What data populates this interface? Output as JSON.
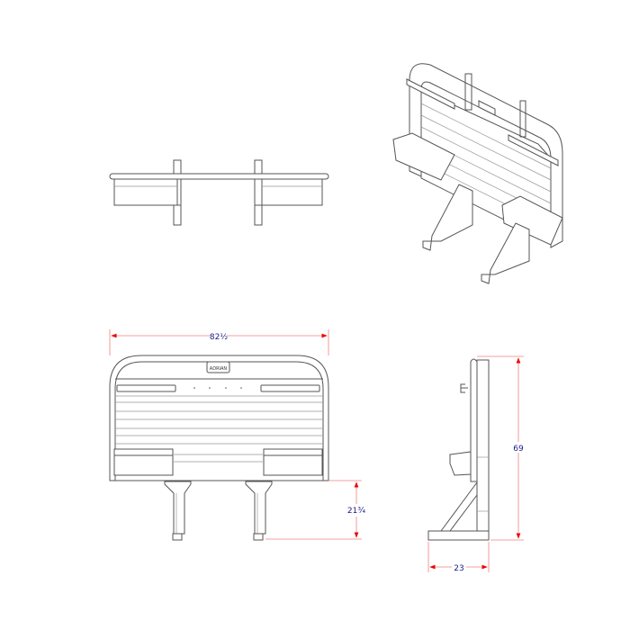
{
  "drawing": {
    "views": [
      "top",
      "isometric",
      "front",
      "side"
    ],
    "dimensions": {
      "overall_width": "82½",
      "leg_height": "21¾",
      "overall_height": "69",
      "depth": "23"
    },
    "colors": {
      "dimension_line": "#f08080",
      "dimension_text": "#1a1a8a",
      "outline": "#555555"
    },
    "logo_text": "ADRIAN"
  }
}
